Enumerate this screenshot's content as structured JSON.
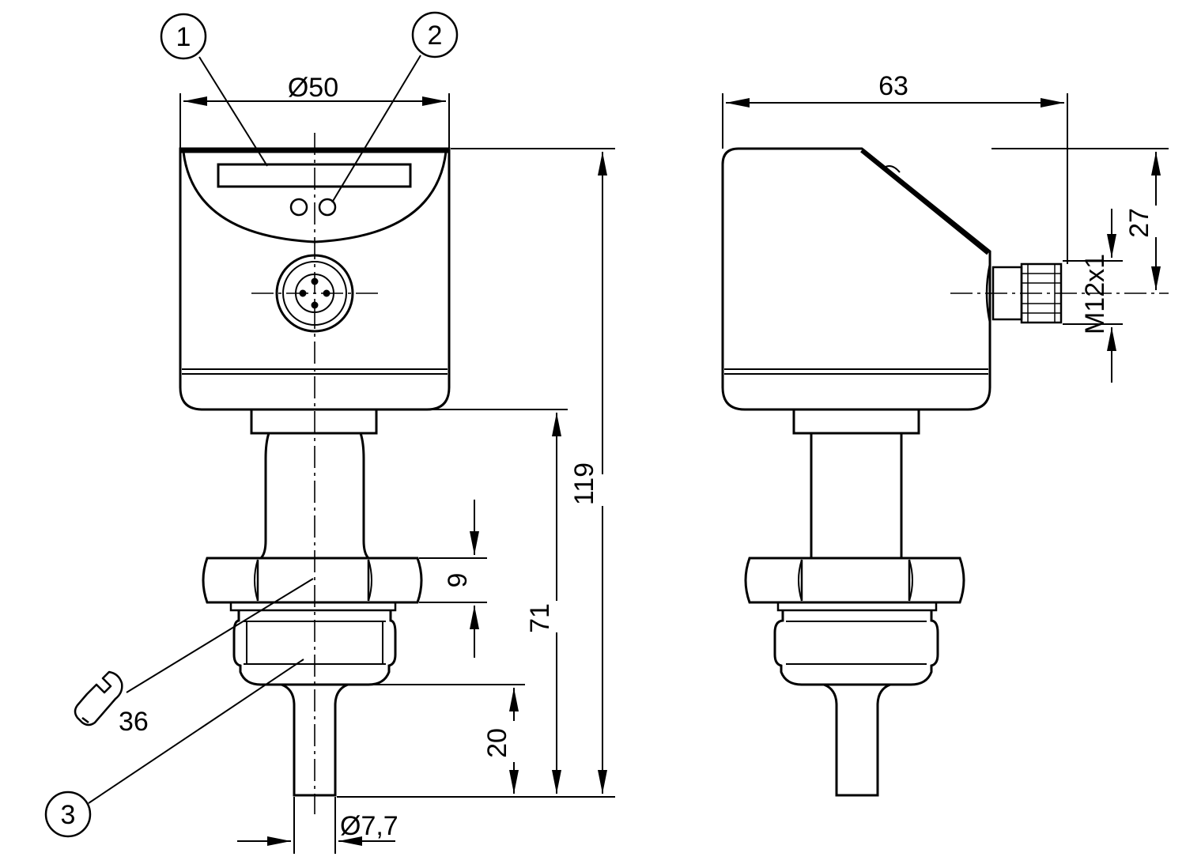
{
  "callouts": {
    "c1": "1",
    "c2": "2",
    "c3": "3"
  },
  "dimensions": {
    "diameter_head": "Ø50",
    "depth": "63",
    "height_total": "119",
    "height_lower": "71",
    "nut_height": "9",
    "tip_length": "20",
    "tip_diameter": "Ø7,7",
    "wrench_size": "36",
    "connector_offset": "27",
    "connector_thread": "M12x1"
  },
  "icons": {
    "wrench": "wrench-icon"
  },
  "colors": {
    "line": "#000000",
    "background": "#ffffff"
  }
}
